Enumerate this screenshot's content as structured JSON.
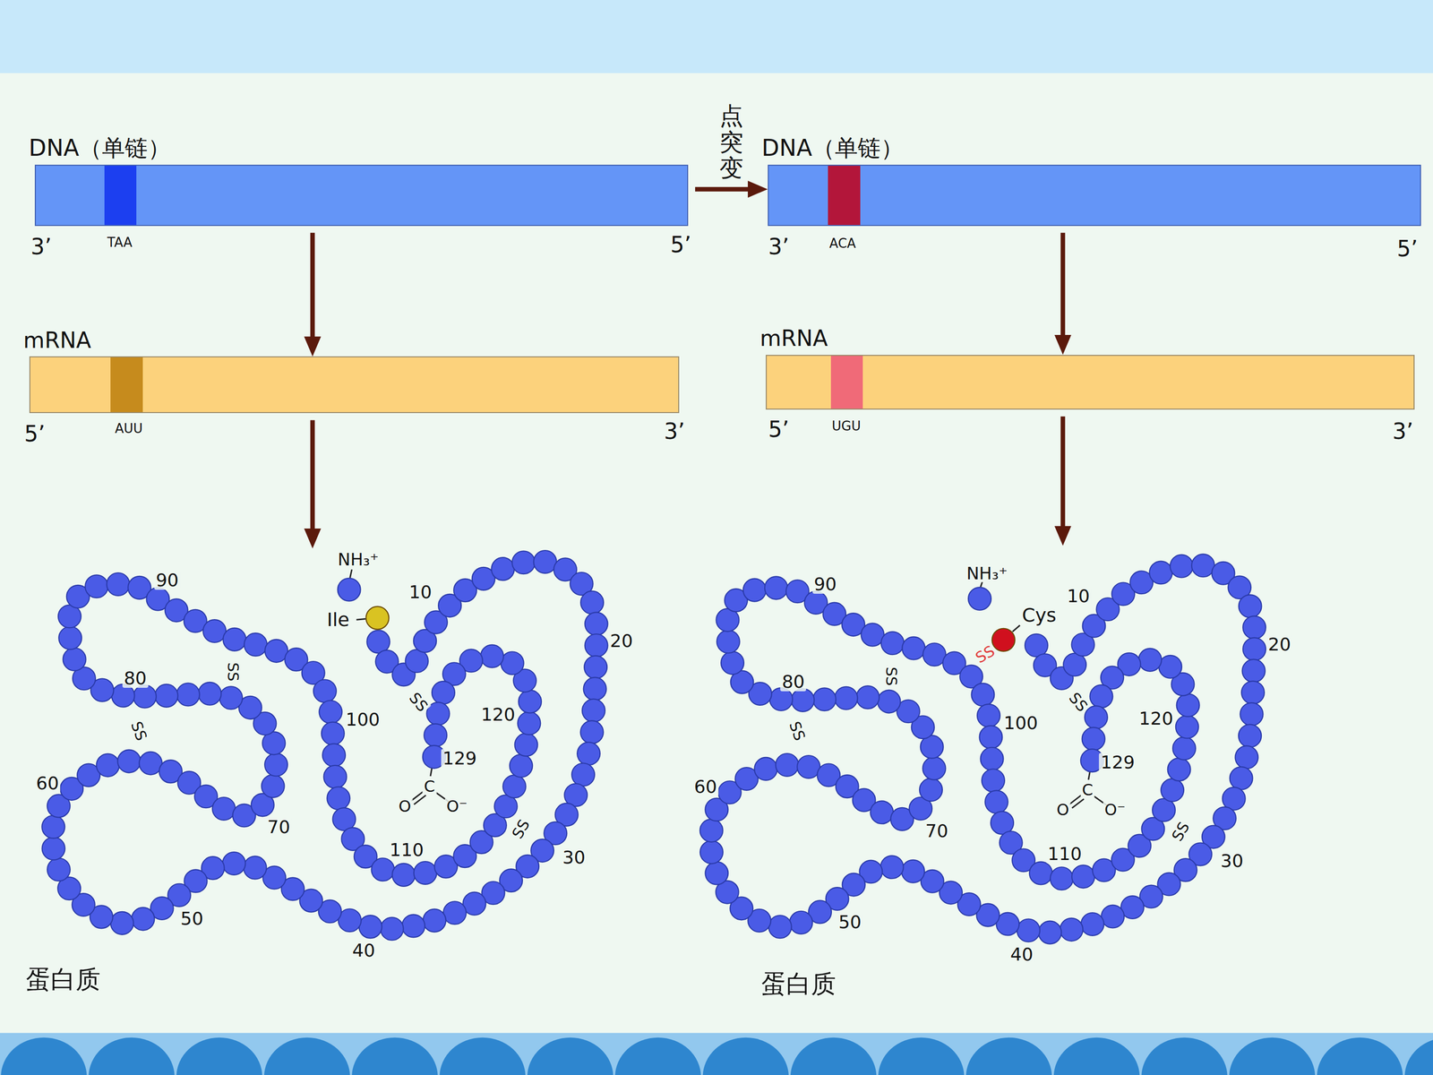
{
  "diagram": {
    "nodes": [
      {
        "text": [
          "DNA（单链）"
        ]
      },
      {
        "text": [
          "mRNA"
        ]
      },
      {
        "text": [
          "蛋白质"
        ]
      },
      {
        "text": [
          "DNA（单链）"
        ]
      },
      {
        "text": [
          "mRNA"
        ]
      },
      {
        "text": [
          "蛋白质"
        ]
      }
    ],
    "edges": [
      {
        "from": 0,
        "to": 1,
        "arrow": "to"
      },
      {
        "from": 1,
        "to": 2,
        "arrow": "to"
      },
      {
        "from": 0,
        "to": 3,
        "label": "点突变",
        "arrow": "to"
      },
      {
        "from": 3,
        "to": 4,
        "arrow": "to"
      },
      {
        "from": 4,
        "to": 5,
        "arrow": "to"
      }
    ],
    "labels": [
      "3’",
      "TAA",
      "5’",
      "5’",
      "AUU",
      "3’",
      "3’",
      "ACA",
      "5’",
      "5’",
      "UGU",
      "3’",
      "NH₃⁺",
      "Ile",
      "10",
      "20",
      "30",
      "40",
      "50",
      "60",
      "70",
      "80",
      "90",
      "100",
      "110",
      "120",
      "129",
      "O",
      "C",
      "O⁻",
      "SS",
      "SS",
      "SS",
      "SS",
      "NH₃⁺",
      "Cys",
      "10",
      "20",
      "30",
      "40",
      "50",
      "60",
      "70",
      "80",
      "90",
      "100",
      "110",
      "120",
      "129",
      "O",
      "C",
      "O⁻",
      "SS",
      "SS",
      "SS",
      "SS",
      "SS"
    ]
  }
}
